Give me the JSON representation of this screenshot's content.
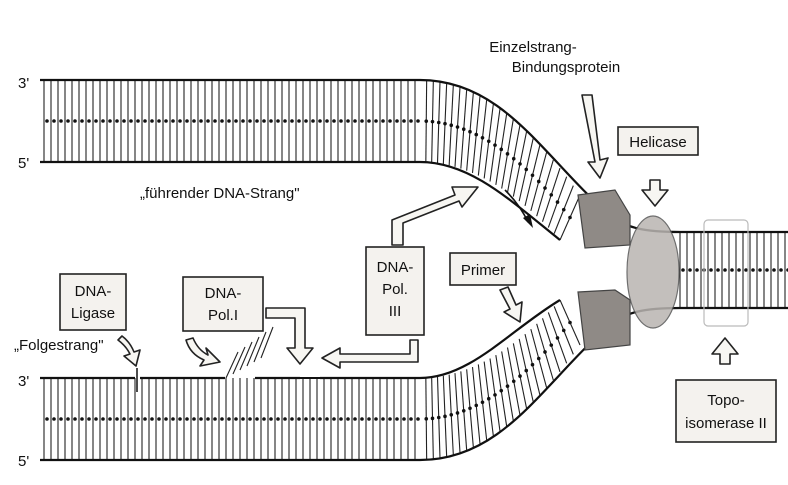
{
  "diagram": {
    "labels": {
      "end_3_top": "3'",
      "end_5_top": "5'",
      "end_3_bottom": "3'",
      "end_5_bottom": "5'",
      "ssb_line1": "Einzelstrang-",
      "ssb_line2": "Bindungsprotein",
      "helicase": "Helicase",
      "leading_strand": "„führender DNA-Strang\"",
      "lagging_strand": "„Folgestrang\"",
      "primer": "Primer",
      "pol3_line1": "DNA-",
      "pol3_line2": "Pol.",
      "pol3_line3": "III",
      "pol1_line1": "DNA-",
      "pol1_line2": "Pol.I",
      "ligase_line1": "DNA-",
      "ligase_line2": "Ligase",
      "topo_line1": "Topo-",
      "topo_line2": "isomerase II"
    },
    "colors": {
      "background": "#ffffff",
      "strand": "#111111",
      "protein_dark": "#8f8a86",
      "protein_light": "#b9b5b1",
      "box_fill": "#f4f2ee"
    },
    "icons": {
      "ssb_arrow": "hollow-arrow-down",
      "helicase_arrow": "hollow-arrow-down",
      "topo_arrow": "hollow-arrow-up",
      "ligase_arrow": "hollow-curved-arrow",
      "pol1_arrow": "hollow-curved-arrow",
      "primer_arrow": "hollow-arrow-diagonal",
      "pol3_arrow_up": "hollow-arrow-up-right",
      "pol3_arrow_down": "hollow-arrow-down-left",
      "pol1_arrow_to_strand": "hollow-arrow-down"
    }
  }
}
